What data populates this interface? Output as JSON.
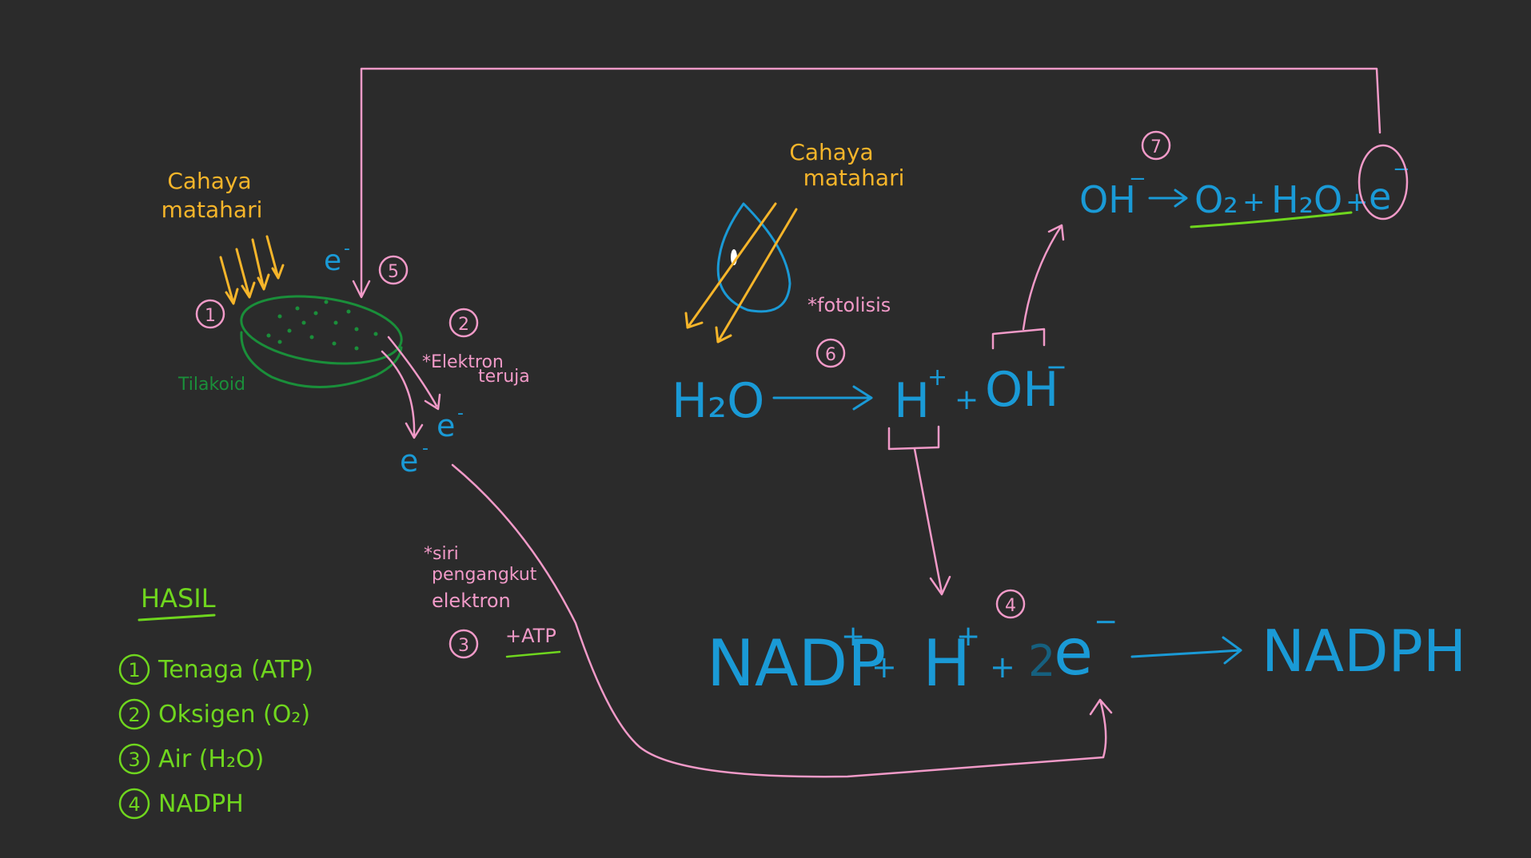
{
  "colors": {
    "background": "#2b2b2b",
    "light": "#f6b52a",
    "molecule": "#1a9ad6",
    "annotation": "#f19ac8",
    "thylakoid": "#1a8f3a",
    "result": "#6fd61e"
  },
  "sunlight_left": {
    "line1": "Cahaya",
    "line2": "matahari"
  },
  "sunlight_right": {
    "line1": "Cahaya",
    "line2": "matahari"
  },
  "thylakoid_label": "Tilakoid",
  "step_numbers": {
    "s1": "1",
    "s2": "2",
    "s3": "3",
    "s4": "4",
    "s5": "5",
    "s6": "6",
    "s7": "7"
  },
  "electron": "e",
  "electron_charge": "-",
  "excited_note": {
    "line1": "*Elektron",
    "line2": "teruja"
  },
  "transport_note": {
    "line1": "*siri",
    "line2": "pengangkut",
    "line3": "elektron"
  },
  "atp_note": "+ATP",
  "photolysis_note": "*fotolisis",
  "photolysis": {
    "reactant": "H₂O",
    "arrow": "→",
    "product_h": "H",
    "plus": "+",
    "product_oh": "OH",
    "charge_pos": "+",
    "charge_neg": "−"
  },
  "oxygen_equation": {
    "reactant": "OH",
    "charge": "−",
    "arrow": "→",
    "o2": "O₂",
    "plus1": "+",
    "h2o": "H₂O",
    "plus2": "+",
    "e": "e",
    "e_charge": "−"
  },
  "nadph_equation": {
    "nadp": "NADP",
    "nadp_charge": "+",
    "plus1": "+",
    "h": "H",
    "h_charge": "+",
    "plus2": "+",
    "coef": "2",
    "e": "e",
    "e_charge": "−",
    "arrow": "→",
    "product": "NADPH"
  },
  "results": {
    "title": "HASIL",
    "items": [
      {
        "num": "1",
        "label": "Tenaga (ATP)"
      },
      {
        "num": "2",
        "label": "Oksigen (O₂)"
      },
      {
        "num": "3",
        "label": "Air (H₂O)"
      },
      {
        "num": "4",
        "label": "NADPH"
      }
    ]
  }
}
